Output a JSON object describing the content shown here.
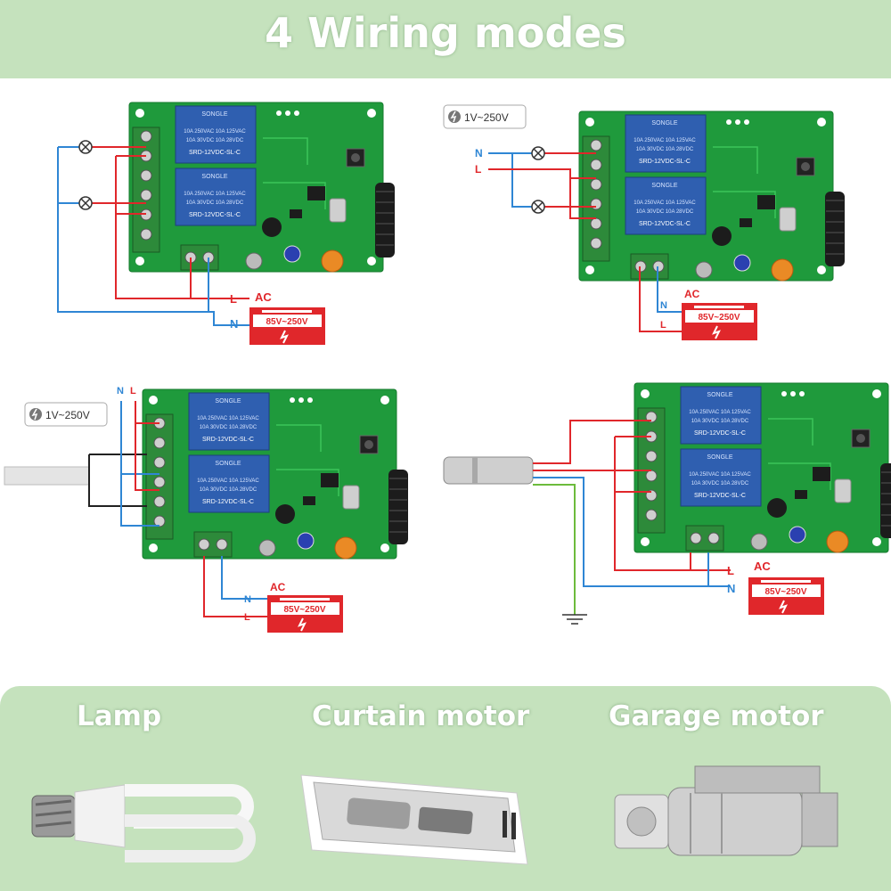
{
  "banner": {
    "title": "4 Wiring modes"
  },
  "labels": {
    "voltage_range": "1V~250V",
    "ac": "AC",
    "supply": "85V~250V",
    "line": "L",
    "neutral": "N"
  },
  "relay": {
    "brand": "SONGLE",
    "model": "SRD-12VDC-SL-C",
    "rating_1": "10A 250VAC",
    "rating_2": "10A 125VAC",
    "rating_3": "10A 30VDC",
    "rating_4": "10A 28VDC"
  },
  "categories": [
    {
      "label": "Lamp",
      "icon": "lamp-bulb-icon"
    },
    {
      "label": "Curtain motor",
      "icon": "curtain-motor-icon"
    },
    {
      "label": "Garage motor",
      "icon": "garage-motor-icon"
    }
  ],
  "colors": {
    "banner": "#c5e2bd",
    "pcb": "#1f9a3c",
    "relay": "#2f5fb0",
    "wire_line": "#e0272b",
    "wire_neutral": "#2f86d4",
    "wire_ground": "#6cbb3c",
    "supply_box": "#e0272b"
  }
}
